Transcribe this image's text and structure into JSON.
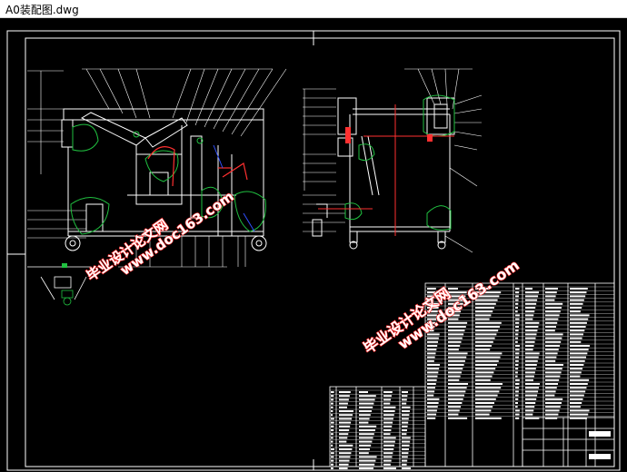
{
  "window": {
    "title": "A0装配图.dwg"
  },
  "drawing": {
    "watermark_cn": "毕业设计论文网",
    "watermark_url": "www.doc163.com",
    "colors": {
      "background": "#000000",
      "linework": "#ffffff",
      "cutting_plane": "#ff3030",
      "hatch_green": "#20c040",
      "accent_blue": "#3050ff",
      "watermark_stroke": "#ff2222"
    }
  }
}
